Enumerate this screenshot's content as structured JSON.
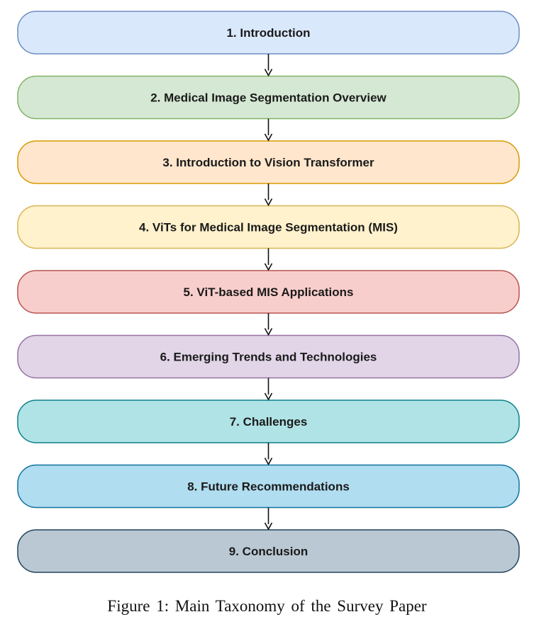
{
  "stages": [
    {
      "label": "1. Introduction",
      "fill": "#dae8fc",
      "stroke": "#6c8ebf"
    },
    {
      "label": "2. Medical Image Segmentation Overview",
      "fill": "#d5e8d4",
      "stroke": "#82b366"
    },
    {
      "label": "3. Introduction to Vision Transformer",
      "fill": "#ffe6cc",
      "stroke": "#d79b00"
    },
    {
      "label": "4. ViTs for Medical Image Segmentation (MIS)",
      "fill": "#fff2cc",
      "stroke": "#d6b656"
    },
    {
      "label": "5. ViT-based MIS Applications",
      "fill": "#f8cecc",
      "stroke": "#b85450"
    },
    {
      "label": "6. Emerging Trends and Technologies",
      "fill": "#e1d5e7",
      "stroke": "#9673a6"
    },
    {
      "label": "7. Challenges",
      "fill": "#b0e3e6",
      "stroke": "#0e8088"
    },
    {
      "label": "8. Future Recommendations",
      "fill": "#b1ddf0",
      "stroke": "#10739e"
    },
    {
      "label": "9. Conclusion",
      "fill": "#bac8d3",
      "stroke": "#23445d"
    }
  ],
  "arrow_color": "#111111",
  "caption": "Figure 1: Main Taxonomy of the Survey Paper"
}
